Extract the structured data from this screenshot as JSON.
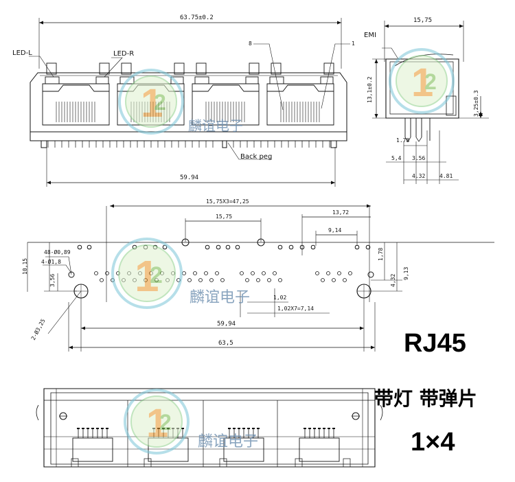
{
  "front_view": {
    "dim_total_width": "63.75±0.2",
    "dim_pin_span": "59.94",
    "label_led_l": "LED-L",
    "label_led_r": "LED-R",
    "label_back_peg": "Back peg",
    "callout_8": "8",
    "callout_1": "1"
  },
  "side_view": {
    "dim_depth": "15,75",
    "label_emi": "EMI",
    "dim_height": "13,1±0.2",
    "dim_offset": "3,25±0.3",
    "dim_178": "1.78",
    "dim_54": "5,4",
    "dim_356": "3.56",
    "dim_432": "4.32",
    "dim_481": "4.81"
  },
  "footprint": {
    "dim_pitch_total": "15,75X3=47,25",
    "dim_1372": "13,72",
    "dim_1575": "15,75",
    "dim_914": "9,14",
    "dim_holes_48": "48-Ø0,89",
    "dim_holes_4": "4-Ø1,8",
    "dim_1015": "10,15",
    "dim_356": "3,56",
    "dim_178": "1,78",
    "dim_913": "9,13",
    "dim_432": "4,32",
    "dim_102": "1,02",
    "dim_102x7": "1,02X7=7,14",
    "dim_5994": "59,94",
    "dim_635": "63,5",
    "dim_2holes": "2-Ø3,25"
  },
  "title": {
    "product": "RJ45",
    "features": "带灯 带弹片",
    "config": "1×4"
  },
  "watermark": {
    "text": "麟谊电子"
  }
}
